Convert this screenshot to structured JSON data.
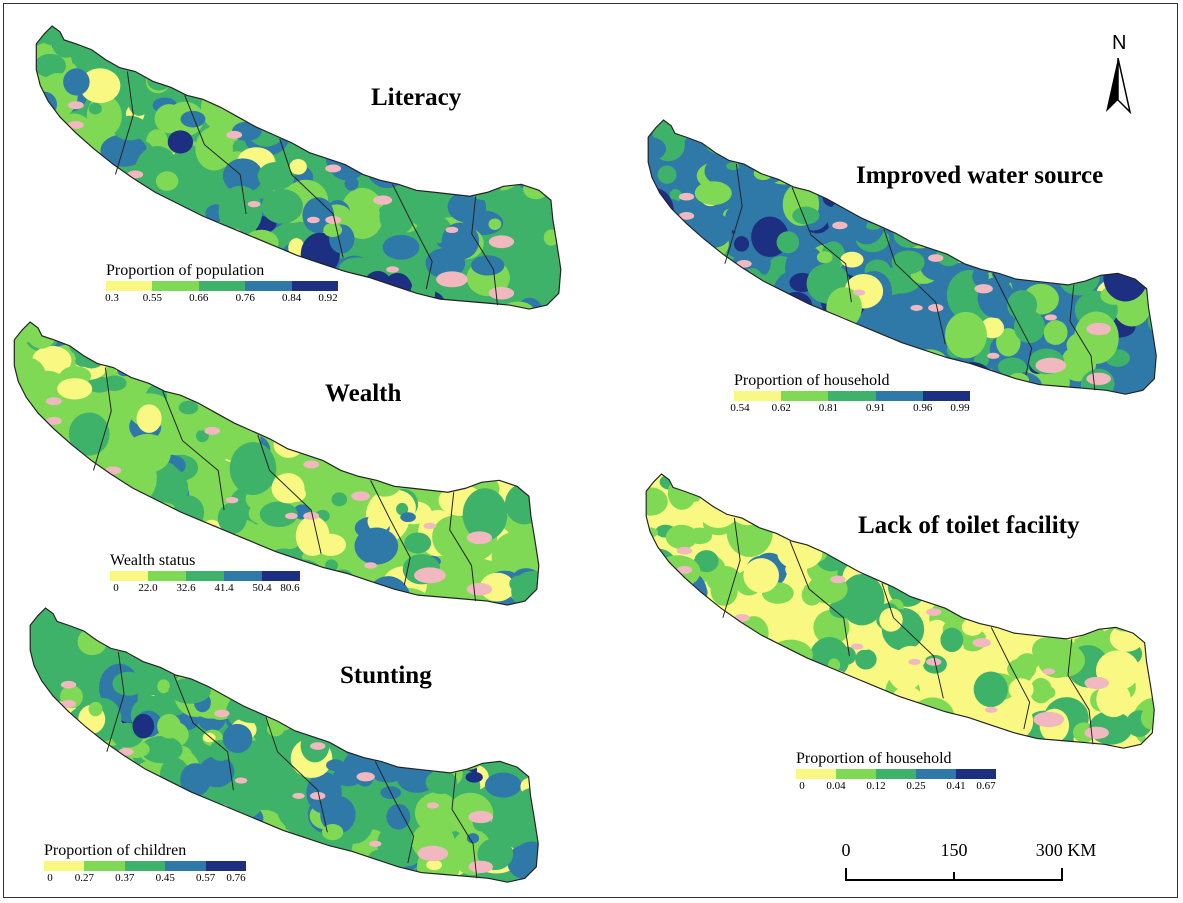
{
  "north_label": "N",
  "panels": [
    {
      "id": "literacy",
      "title": "Literacy",
      "legend_title": "Proportion of population",
      "ticks": [
        "0.3",
        "0.55",
        "0.66",
        "0.76",
        "0.84",
        "0.92"
      ],
      "colors": [
        "#f8f882",
        "#7fd955",
        "#3fb26a",
        "#2f79a8",
        "#1d2f80"
      ]
    },
    {
      "id": "wealth",
      "title": "Wealth",
      "legend_title": "Wealth status",
      "ticks": [
        "0",
        "22.0",
        "32.6",
        "41.4",
        "50.4",
        "80.6"
      ],
      "colors": [
        "#f8f882",
        "#7fd955",
        "#3fb26a",
        "#2f79a8",
        "#1d2f80"
      ]
    },
    {
      "id": "stunting",
      "title": "Stunting",
      "legend_title": "Proportion of children",
      "ticks": [
        "0",
        "0.27",
        "0.37",
        "0.45",
        "0.57",
        "0.76"
      ],
      "colors": [
        "#f8f882",
        "#7fd955",
        "#3fb26a",
        "#2f79a8",
        "#1d2f80"
      ]
    },
    {
      "id": "water",
      "title": "Improved water source",
      "legend_title": "Proportion of household",
      "ticks": [
        "0.54",
        "0.62",
        "0.81",
        "0.91",
        "0.96",
        "0.99"
      ],
      "colors": [
        "#f8f882",
        "#7fd955",
        "#3fb26a",
        "#2f79a8",
        "#1d2f80"
      ]
    },
    {
      "id": "toilet",
      "title": "Lack of toilet facility",
      "legend_title": "Proportion of household",
      "ticks": [
        "0",
        "0.04",
        "0.12",
        "0.25",
        "0.41",
        "0.67"
      ],
      "colors": [
        "#f8f882",
        "#7fd955",
        "#3fb26a",
        "#2f79a8",
        "#1d2f80"
      ]
    }
  ],
  "scale": {
    "labels": [
      "0",
      "150",
      "300 KM"
    ]
  },
  "no_data_color": "#f2b8c0"
}
